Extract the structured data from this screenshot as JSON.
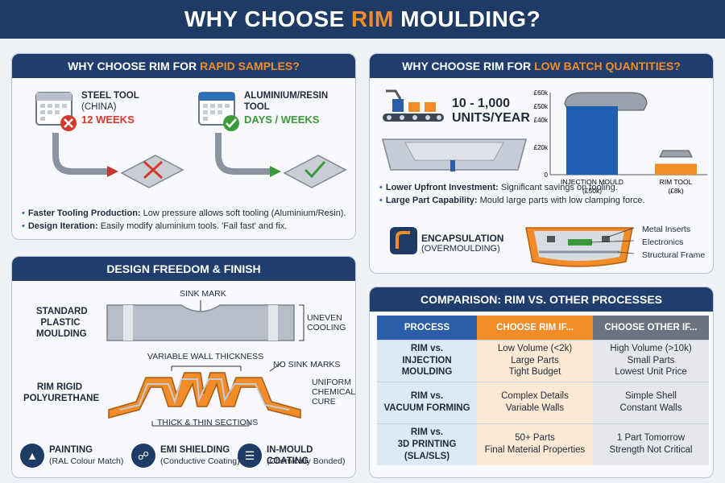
{
  "header": {
    "title_pre": "WHY CHOOSE ",
    "title_accent": "RIM",
    "title_post": " MOULDING?"
  },
  "rapid": {
    "title_pre": "WHY CHOOSE RIM FOR ",
    "title_accent": "RAPID SAMPLES?",
    "steel_tool": "STEEL TOOL",
    "steel_origin": "(CHINA)",
    "steel_time": "12 WEEKS",
    "alu_tool_1": "ALUMINIUM/RESIN",
    "alu_tool_2": "TOOL",
    "alu_time": "DAYS / WEEKS",
    "b1_bold": "Faster Tooling Production:",
    "b1_text": " Low pressure allows soft tooling (Aluminium/Resin).",
    "b2_bold": "Design Iteration:",
    "b2_text": " Easily modify aluminium tools. 'Fail fast' and fix."
  },
  "low": {
    "title_pre": "WHY CHOOSE RIM FOR ",
    "title_accent": "LOW BATCH QUANTITIES?",
    "units_1": "10 - 1,000",
    "units_2": "UNITS/YEAR",
    "b1_bold": "Lower Upfront Investment:",
    "b1_text": " Significant savings on tooling.",
    "b2_bold": "Large Part Capability:",
    "b2_text": " Mould large parts with low clamping force.",
    "encap_1": "ENCAPSULATION",
    "encap_2": "(OVERMOULDING)",
    "encap_labels": [
      "Metal Inserts",
      "Electronics",
      "Structural Frame"
    ]
  },
  "chart_data": {
    "type": "bar",
    "categories": [
      "INJECTION MOULD",
      "RIM TOOL"
    ],
    "sublabels": [
      "(£50k)",
      "(£8k)"
    ],
    "values": [
      50000,
      8000
    ],
    "yticks": [
      "£60k",
      "£50k",
      "£40k",
      "£20k",
      "0"
    ],
    "colors": [
      "#1f5fb0",
      "#f28c28"
    ]
  },
  "freedom": {
    "title": "DESIGN FREEDOM & FINISH",
    "standard_1": "STANDARD",
    "standard_2": "PLASTIC",
    "standard_3": "MOULDING",
    "sink_mark": "SINK MARK",
    "uneven_1": "UNEVEN",
    "uneven_2": "COOLING",
    "variable_wall": "VARIABLE WALL THICKNESS",
    "no_sink": "NO SINK MARKS",
    "rim_1": "RIM RIGID",
    "rim_2": "POLYURETHANE",
    "uniform_1": "UNIFORM",
    "uniform_2": "CHEMICAL",
    "uniform_3": "CURE",
    "thick_thin": "THICK & THIN SECTIONS",
    "features": [
      {
        "title": "PAINTING",
        "sub": "(RAL Colour Match)"
      },
      {
        "title": "EMI SHIELDING",
        "sub": "(Conductive Coating)"
      },
      {
        "title": "IN-MOULD COATING",
        "sub": "(Chemically Bonded)"
      }
    ]
  },
  "compare": {
    "title": "COMPARISON: RIM VS. OTHER PROCESSES",
    "headers": [
      "PROCESS",
      "CHOOSE RIM IF...",
      "CHOOSE OTHER IF..."
    ],
    "rows": [
      {
        "p1": "RIM vs.",
        "p2": "INJECTION",
        "p3": "MOULDING",
        "rim": [
          "Low Volume (<2k)",
          "Large Parts",
          "Tight Budget"
        ],
        "other": [
          "High Volume (>10k)",
          "Small Parts",
          "Lowest Unit Price"
        ]
      },
      {
        "p1": "RIM vs.",
        "p2": "VACUUM FORMING",
        "p3": "",
        "rim": [
          "Complex Details",
          "Variable Walls",
          ""
        ],
        "other": [
          "Simple Shell",
          "Constant Walls",
          ""
        ]
      },
      {
        "p1": "RIM vs.",
        "p2": "3D PRINTING",
        "p3": "(SLA/SLS)",
        "rim": [
          "50+ Parts",
          "Final Material Properties",
          ""
        ],
        "other": [
          "1 Part Tomorrow",
          "Strength Not Critical",
          ""
        ]
      }
    ]
  }
}
